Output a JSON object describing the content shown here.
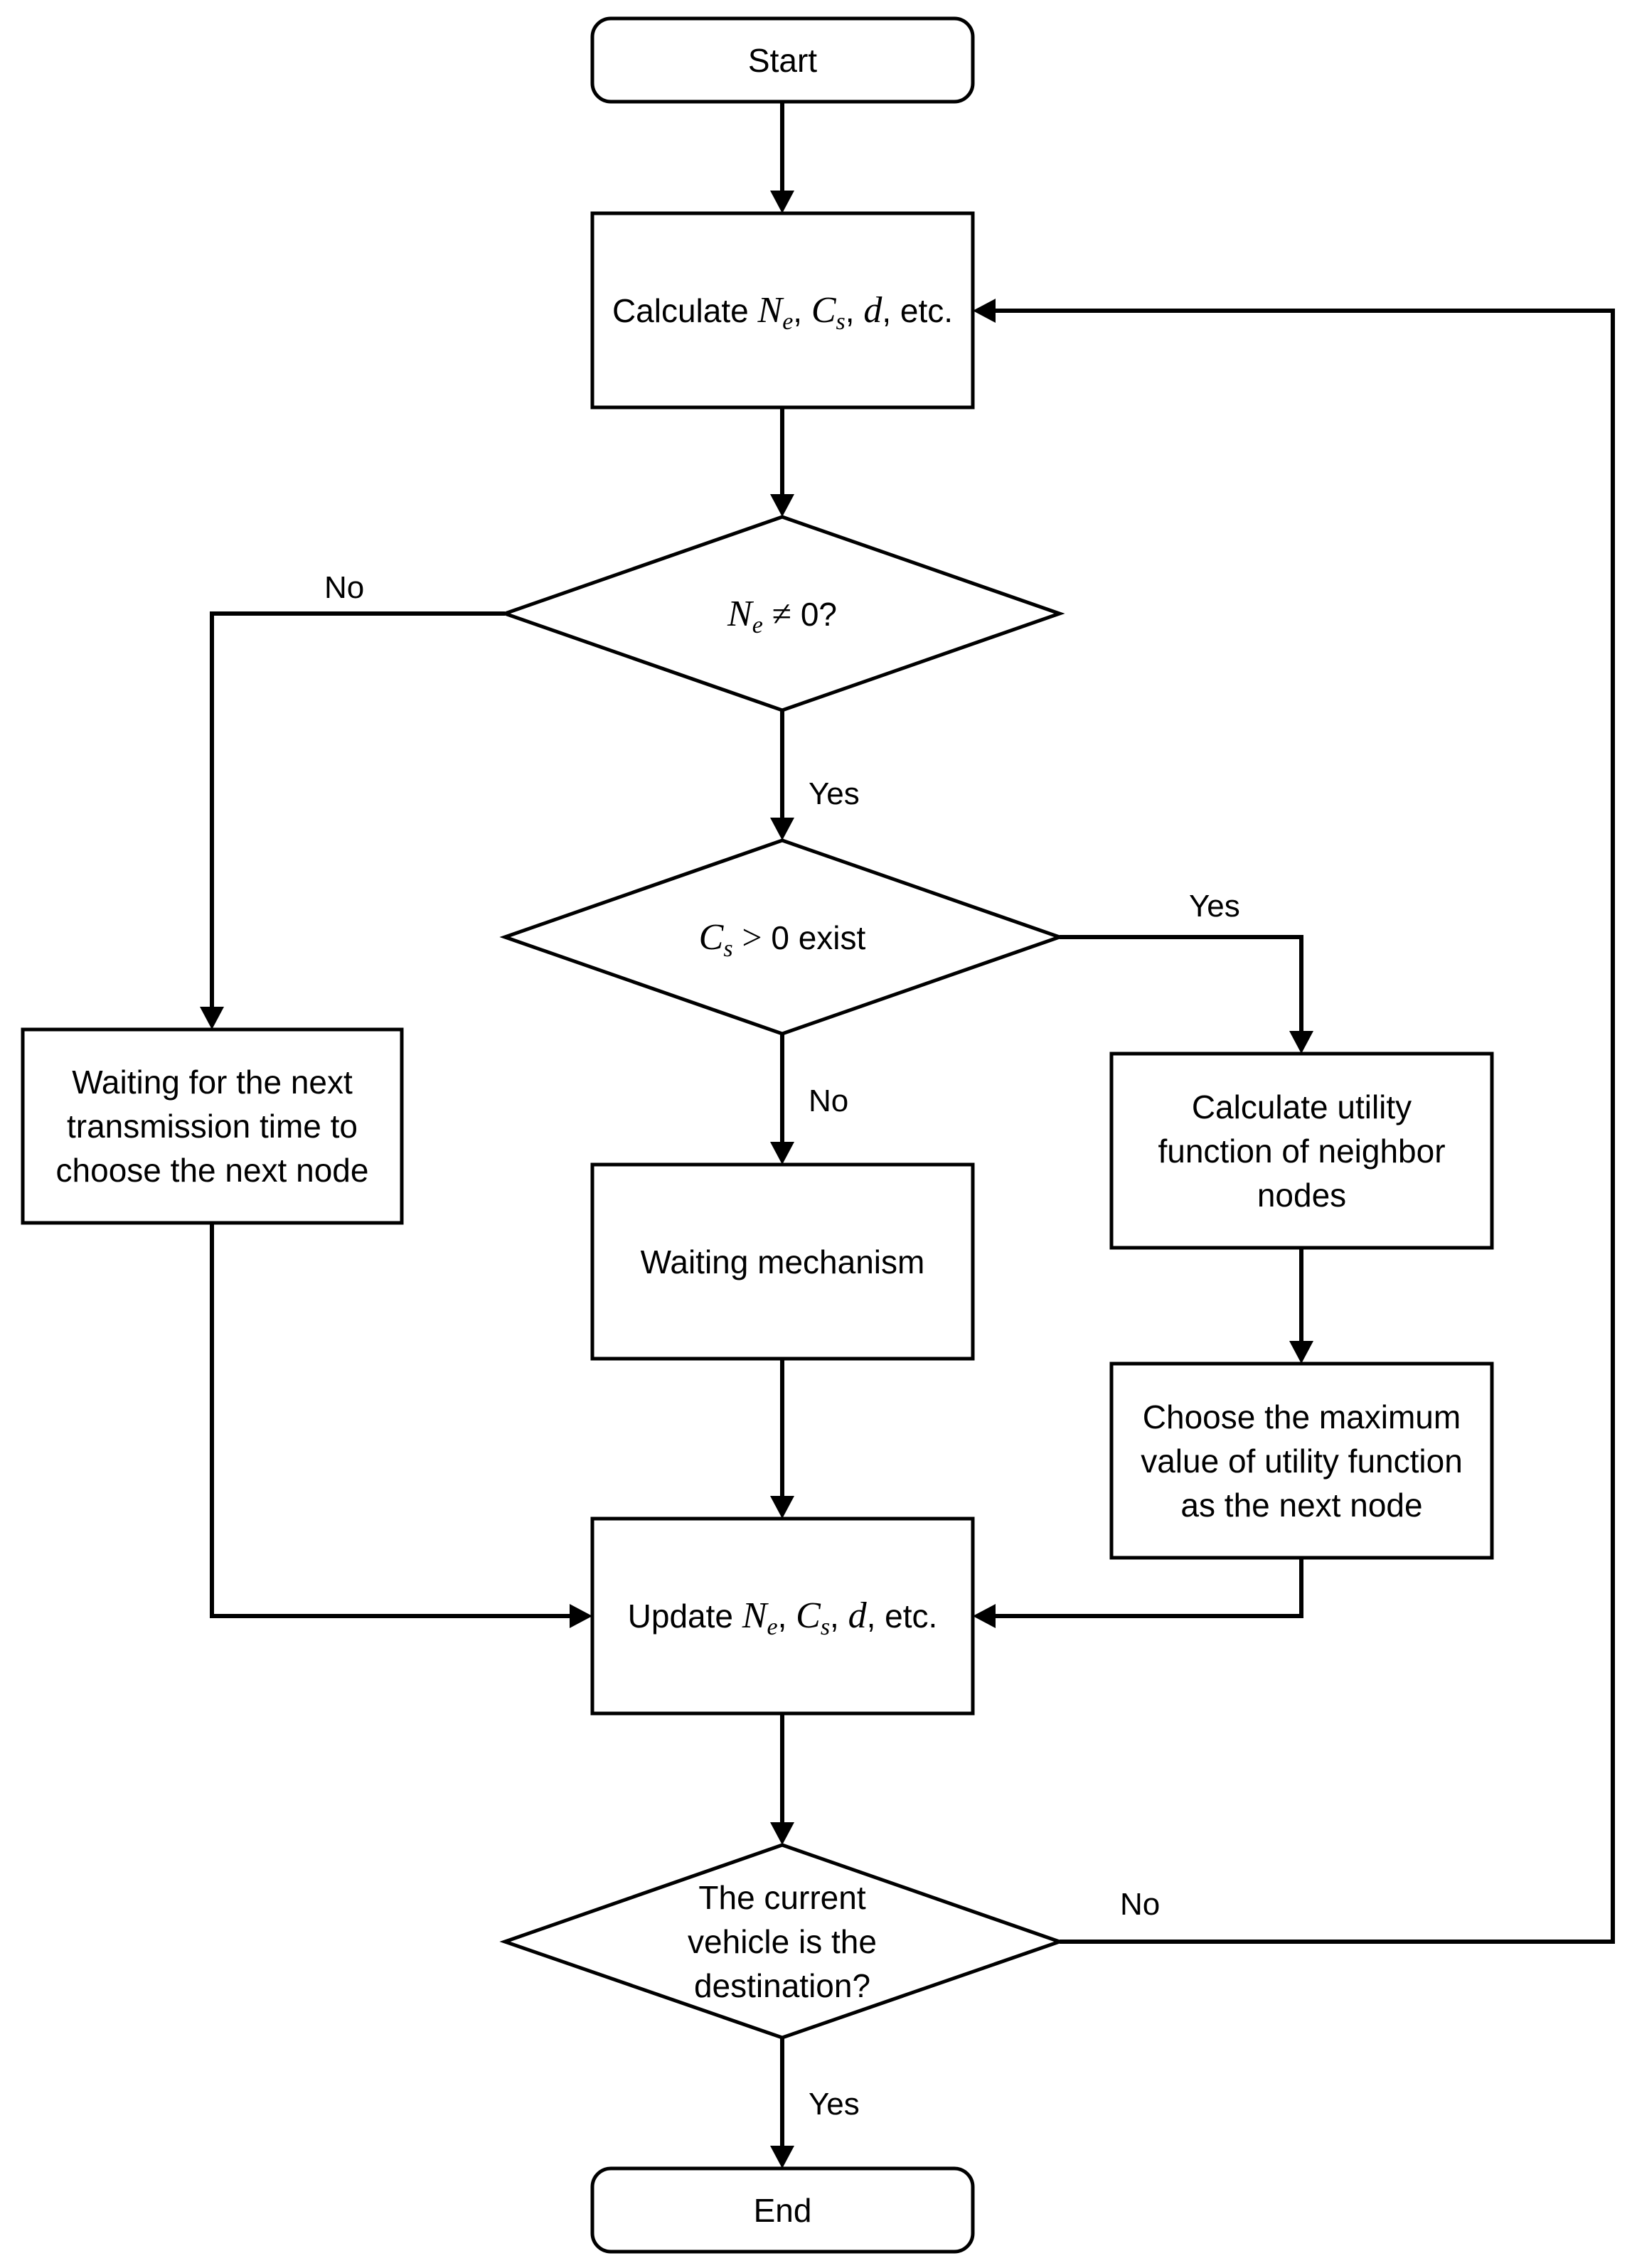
{
  "nodes": {
    "start": {
      "label": "Start"
    },
    "calculate": {
      "prefix": "Calculate",
      "suffix": "etc."
    },
    "decision_ne": {
      "suffix": "0?"
    },
    "decision_cs": {
      "suffix": "0 exist"
    },
    "waiting_next": {
      "label": "Waiting for the next transmission time to choose the next node"
    },
    "waiting_mechanism": {
      "label": "Waiting mechanism"
    },
    "calc_utility": {
      "label": "Calculate utility function of neighbor nodes"
    },
    "choose_max": {
      "label": "Choose the maximum value of utility function as the next node"
    },
    "update": {
      "prefix": "Update",
      "suffix": "etc."
    },
    "decision_dest": {
      "label": "The current vehicle is the destination?"
    },
    "end": {
      "label": "End"
    }
  },
  "math": {
    "N": "N",
    "e": "e",
    "C": "C",
    "s": "s",
    "d": "d",
    "comma": ",",
    "neq": "≠",
    "gt": ">"
  },
  "edge_labels": {
    "ne_no": "No",
    "ne_yes": "Yes",
    "cs_yes": "Yes",
    "cs_no": "No",
    "dest_no": "No",
    "dest_yes": "Yes"
  },
  "colors": {
    "stroke": "#000000",
    "background": "#ffffff",
    "text": "#000000"
  }
}
